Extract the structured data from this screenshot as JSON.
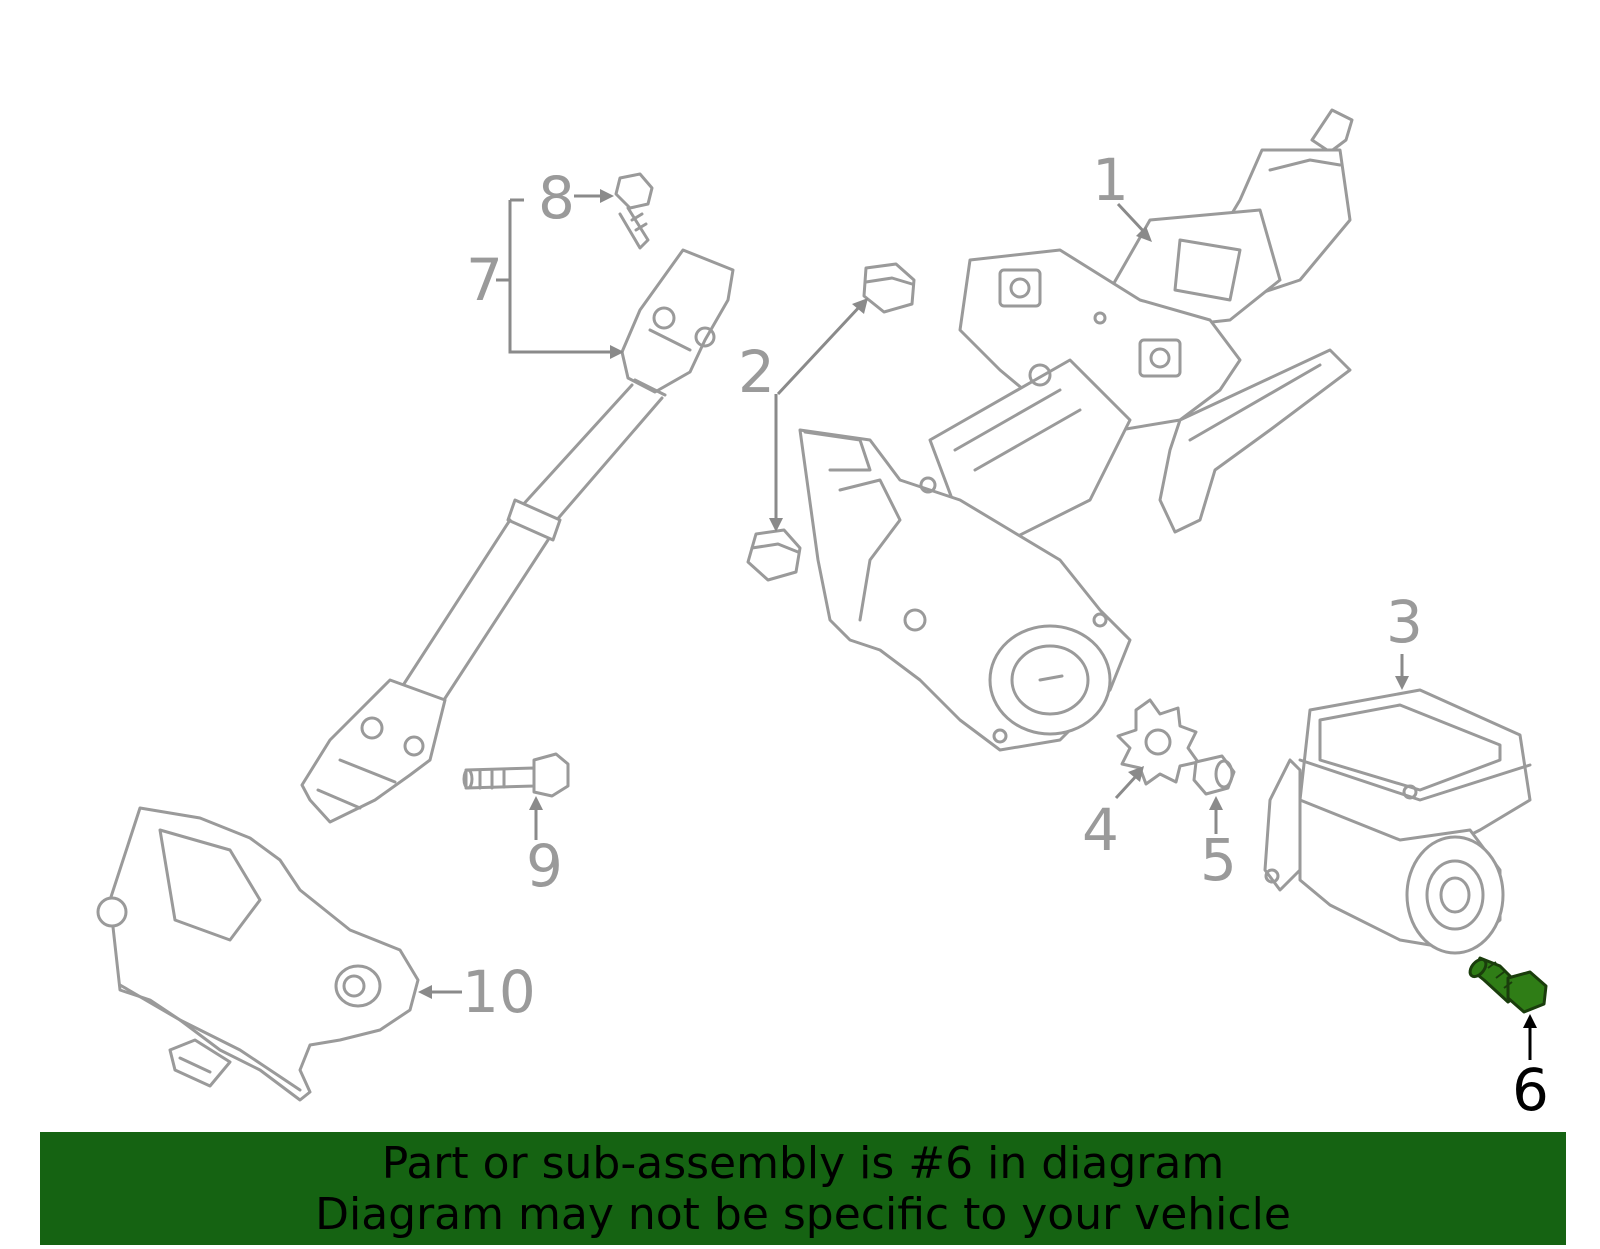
{
  "diagram": {
    "callouts": [
      {
        "id": "1",
        "label": "1"
      },
      {
        "id": "2",
        "label": "2"
      },
      {
        "id": "3",
        "label": "3"
      },
      {
        "id": "4",
        "label": "4"
      },
      {
        "id": "5",
        "label": "5"
      },
      {
        "id": "6",
        "label": "6"
      },
      {
        "id": "7",
        "label": "7"
      },
      {
        "id": "8",
        "label": "8"
      },
      {
        "id": "9",
        "label": "9"
      },
      {
        "id": "10",
        "label": "10"
      }
    ],
    "highlighted_part": "6",
    "colors": {
      "line_art": "#9a9a9a",
      "highlight_part": "#2f7d16",
      "banner_background": "#156312",
      "banner_text": "#000000"
    }
  },
  "banner": {
    "line1": "Part or sub-assembly is #6 in diagram",
    "line2": "Diagram may not be specific to your vehicle"
  }
}
